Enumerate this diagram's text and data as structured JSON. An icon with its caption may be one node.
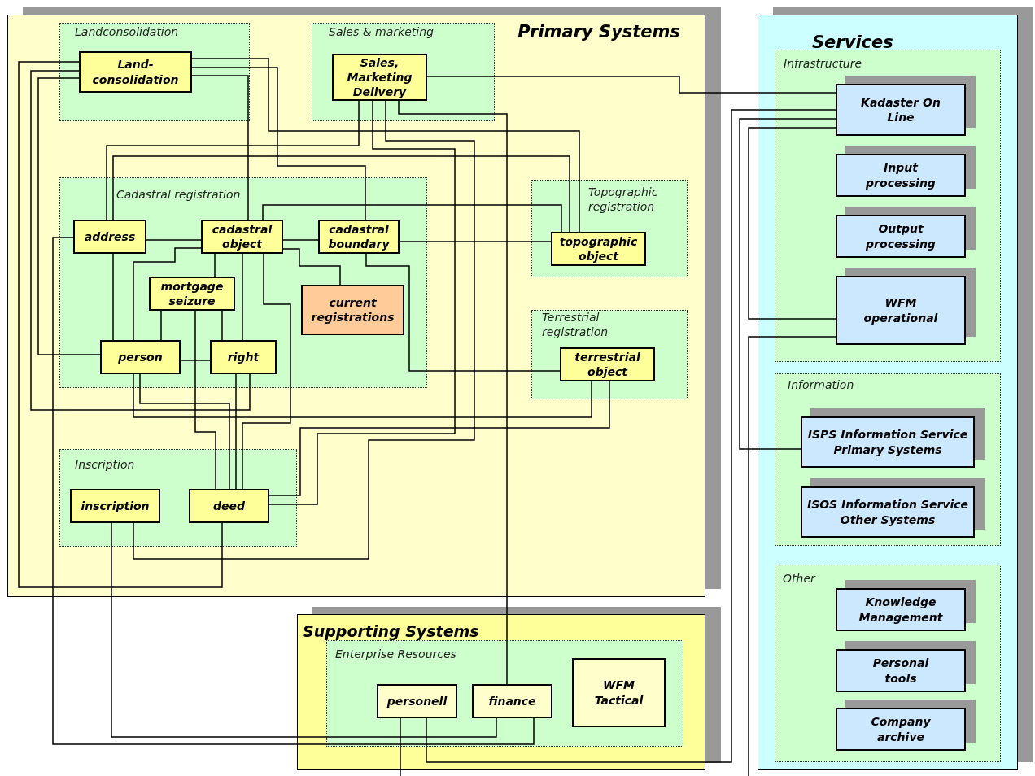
{
  "diagram": {
    "nodes": [
      {
        "text": [
          "Primary Systems"
        ]
      },
      {
        "text": [
          "Landconsolidation"
        ],
        "in": 0
      },
      {
        "text": [
          "Land-consolidation"
        ],
        "in": 1
      },
      {
        "text": [
          "Sales & marketing"
        ],
        "in": 0
      },
      {
        "text": [
          "Sales, Marketing Delivery"
        ],
        "in": 3
      },
      {
        "text": [
          "Cadastral registration"
        ],
        "in": 0
      },
      {
        "text": [
          "address"
        ],
        "in": 5
      },
      {
        "text": [
          "cadastral object"
        ],
        "in": 5
      },
      {
        "text": [
          "cadastral boundary"
        ],
        "in": 5
      },
      {
        "text": [
          "mortgage seizure"
        ],
        "in": 5
      },
      {
        "text": [
          "current registrations"
        ],
        "in": 5
      },
      {
        "text": [
          "person"
        ],
        "in": 5
      },
      {
        "text": [
          "right"
        ],
        "in": 5
      },
      {
        "text": [
          "Topographic registration"
        ],
        "in": 0
      },
      {
        "text": [
          "topographic object"
        ],
        "in": 13
      },
      {
        "text": [
          "Terrestrial registration"
        ],
        "in": 0
      },
      {
        "text": [
          "terrestrial object"
        ],
        "in": 15
      },
      {
        "text": [
          "Inscription"
        ],
        "in": 0
      },
      {
        "text": [
          "inscription"
        ],
        "in": 17
      },
      {
        "text": [
          "deed"
        ],
        "in": 17
      },
      {
        "text": [
          "Supporting Systems"
        ]
      },
      {
        "text": [
          "Enterprise Resources"
        ],
        "in": 20
      },
      {
        "text": [
          "personell"
        ],
        "in": 21
      },
      {
        "text": [
          "finance"
        ],
        "in": 21
      },
      {
        "text": [
          "WFM Tactical"
        ],
        "in": 21
      },
      {
        "text": [
          "Services"
        ]
      },
      {
        "text": [
          "Infrastructure"
        ],
        "in": 25
      },
      {
        "text": [
          "Kadaster On Line"
        ],
        "in": 26
      },
      {
        "text": [
          "Input processing"
        ],
        "in": 26
      },
      {
        "text": [
          "Output processing"
        ],
        "in": 26
      },
      {
        "text": [
          "WFM operational"
        ],
        "in": 26
      },
      {
        "text": [
          "Information"
        ],
        "in": 25
      },
      {
        "text": [
          "ISPS Information Service Primary Systems"
        ],
        "in": 31
      },
      {
        "text": [
          "ISOS Information Service Other Systems"
        ],
        "in": 31
      },
      {
        "text": [
          "Other"
        ],
        "in": 25
      },
      {
        "text": [
          "Knowledge Management"
        ],
        "in": 34
      },
      {
        "text": [
          "Personal tools"
        ],
        "in": 34
      },
      {
        "text": [
          "Company archive"
        ],
        "in": 34
      }
    ],
    "edges": [
      {
        "from": 2,
        "to": 14,
        "arrow": "none"
      },
      {
        "from": 2,
        "to": 8,
        "arrow": "none"
      },
      {
        "from": 2,
        "to": 7,
        "arrow": "none"
      },
      {
        "from": 2,
        "to": 19,
        "arrow": "none"
      },
      {
        "from": 2,
        "to": 12,
        "arrow": "none"
      },
      {
        "from": 2,
        "to": 11,
        "arrow": "none"
      },
      {
        "from": 6,
        "to": 23,
        "arrow": "none"
      },
      {
        "from": 18,
        "to": 23,
        "arrow": "none"
      },
      {
        "from": 4,
        "to": 18,
        "arrow": "none"
      },
      {
        "from": 7,
        "to": 19,
        "arrow": "none"
      },
      {
        "from": 16,
        "to": 19,
        "arrow": "none"
      },
      {
        "from": 11,
        "to": 16,
        "arrow": "none"
      },
      {
        "from": 4,
        "to": 19,
        "arrow": "none"
      },
      {
        "from": 4,
        "to": 23,
        "arrow": "none"
      },
      {
        "from": 4,
        "to": 6,
        "arrow": "none"
      },
      {
        "from": 6,
        "to": 14,
        "arrow": "none"
      },
      {
        "from": 7,
        "to": 14,
        "arrow": "none"
      },
      {
        "from": 8,
        "to": 14,
        "arrow": "none"
      },
      {
        "from": 4,
        "to": 27,
        "arrow": "none"
      },
      {
        "from": 6,
        "to": 7,
        "arrow": "none"
      },
      {
        "from": 7,
        "to": 8,
        "arrow": "none"
      },
      {
        "from": 7,
        "to": 11,
        "arrow": "none"
      },
      {
        "from": 7,
        "to": 9,
        "arrow": "none"
      },
      {
        "from": 7,
        "to": 12,
        "arrow": "none"
      },
      {
        "from": 7,
        "to": 10,
        "arrow": "none"
      },
      {
        "from": 8,
        "to": 16,
        "arrow": "none"
      },
      {
        "from": 6,
        "to": 11,
        "arrow": "none"
      },
      {
        "from": 9,
        "to": 11,
        "arrow": "none"
      },
      {
        "from": 9,
        "to": 12,
        "arrow": "none"
      },
      {
        "from": 9,
        "to": 19,
        "arrow": "none"
      },
      {
        "from": 11,
        "to": 12,
        "arrow": "none"
      },
      {
        "from": 11,
        "to": 19,
        "arrow": "none"
      },
      {
        "from": 12,
        "to": 19,
        "arrow": "none"
      },
      {
        "from": 22,
        "to": 27,
        "arrow": "none"
      },
      {
        "from": 27,
        "to": 30,
        "arrow": "none"
      },
      {
        "from": 27,
        "to": 32,
        "arrow": "none"
      },
      {
        "from": 30,
        "to": null,
        "arrow": "none"
      },
      {
        "from": 22,
        "to": null,
        "arrow": "none"
      }
    ]
  }
}
